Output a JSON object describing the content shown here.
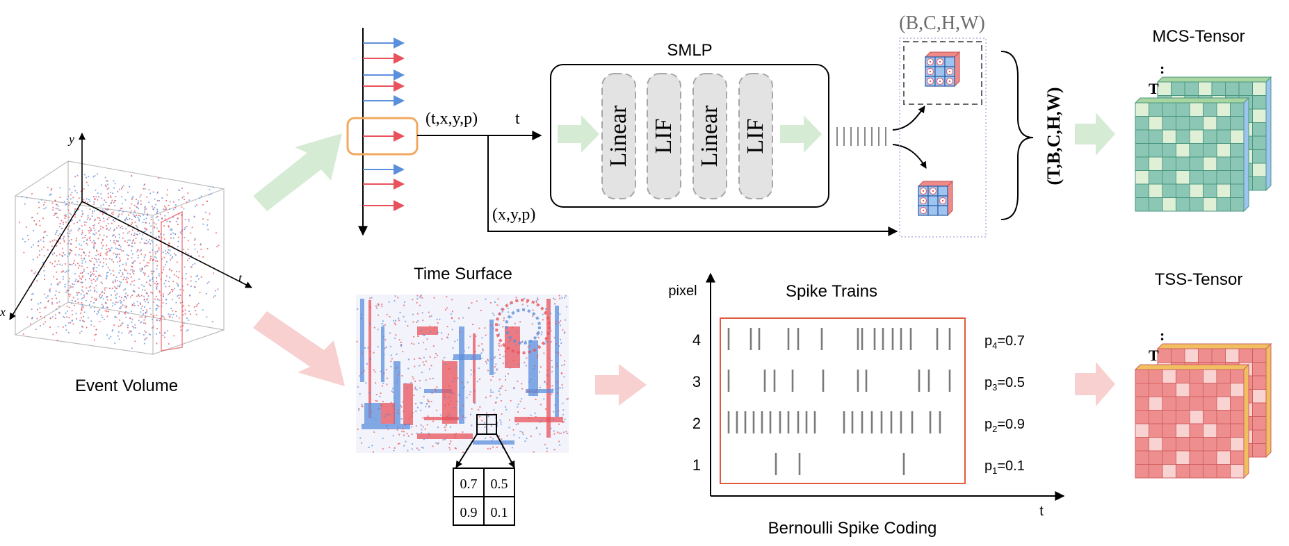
{
  "event_volume": {
    "label": "Event Volume",
    "axis_y": "y",
    "axis_x": "x",
    "axis_t": "t"
  },
  "top_branch": {
    "event_tuple": "(t,x,y,p)",
    "t_label": "t",
    "xyp_label": "(x,y,p)",
    "smlp_title": "SMLP",
    "layers": [
      "Linear",
      "LIF",
      "Linear",
      "LIF"
    ],
    "bchw_label": "(B,C,H,W)",
    "tbchw_label": "(T,B,C,H,W)",
    "output_title": "MCS-Tensor",
    "output_t": "T",
    "output_dots": ":"
  },
  "bottom_branch": {
    "time_surface_title": "Time Surface",
    "patch_values": [
      "0.7",
      "0.5",
      "0.9",
      "0.1"
    ],
    "spike_title": "Spike Trains",
    "y_axis_label": "pixel",
    "x_axis_label": "t",
    "caption": "Bernoulli Spike Coding",
    "rows": [
      {
        "pixel": "4",
        "prob_base": "p",
        "prob_sub": "4",
        "prob_val": "=0.7"
      },
      {
        "pixel": "3",
        "prob_base": "p",
        "prob_sub": "3",
        "prob_val": "=0.5"
      },
      {
        "pixel": "2",
        "prob_base": "p",
        "prob_sub": "2",
        "prob_val": "=0.9"
      },
      {
        "pixel": "1",
        "prob_base": "p",
        "prob_sub": "1",
        "prob_val": "=0.1"
      }
    ],
    "output_title": "TSS-Tensor",
    "output_t": "T",
    "output_dots": ":"
  },
  "colors": {
    "red": "#e8525a",
    "blue": "#5b8fdc",
    "green_arrow": "#d5ebd3",
    "pink_arrow": "#f8d0d0",
    "orange": "#f2a860",
    "teal": "#8cc7b5",
    "teal_light": "#dff0d6",
    "salmon": "#ef8e8e",
    "salmon_light": "#f9d2d2",
    "layer_fill": "#e3e3e3"
  }
}
